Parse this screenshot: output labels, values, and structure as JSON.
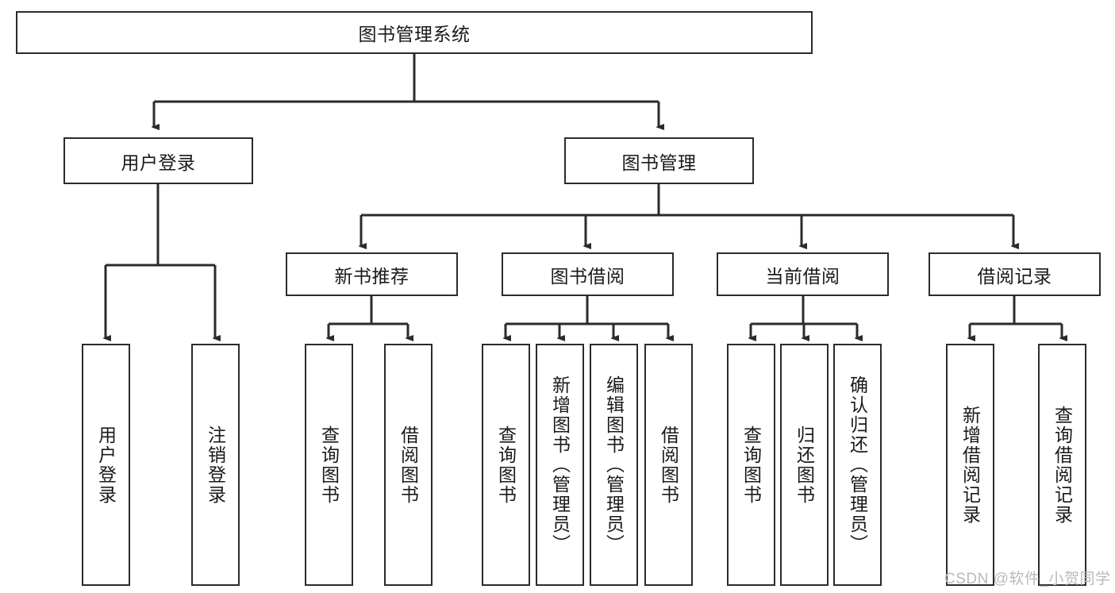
{
  "diagram": {
    "type": "tree-hierarchy-functional-decomposition",
    "root": {
      "label": "图书管理系统"
    },
    "level2": [
      {
        "label": "用户登录"
      },
      {
        "label": "图书管理"
      }
    ],
    "level3": [
      {
        "label": "新书推荐"
      },
      {
        "label": "图书借阅"
      },
      {
        "label": "当前借阅"
      },
      {
        "label": "借阅记录"
      }
    ],
    "leaves_user_login": [
      {
        "label": "用户登录"
      },
      {
        "label": "注销登录"
      }
    ],
    "leaves_new_book": [
      {
        "label": "查询图书"
      },
      {
        "label": "借阅图书"
      }
    ],
    "leaves_borrow": [
      {
        "label": "查询图书"
      },
      {
        "label": "新增图书（管理员）"
      },
      {
        "label": "编辑图书（管理员）"
      },
      {
        "label": "借阅图书"
      }
    ],
    "leaves_current": [
      {
        "label": "查询图书"
      },
      {
        "label": "归还图书"
      },
      {
        "label": "确认归还（管理员）"
      }
    ],
    "leaves_records": [
      {
        "label": "新增借阅记录"
      },
      {
        "label": "查询借阅记录"
      }
    ]
  },
  "watermark": {
    "text": "CSDN @软件_小贺同学"
  },
  "colors": {
    "border": "#2b2b2b",
    "text": "#1a1a1a",
    "background": "#ffffff",
    "watermark": "#b9b9b9"
  }
}
